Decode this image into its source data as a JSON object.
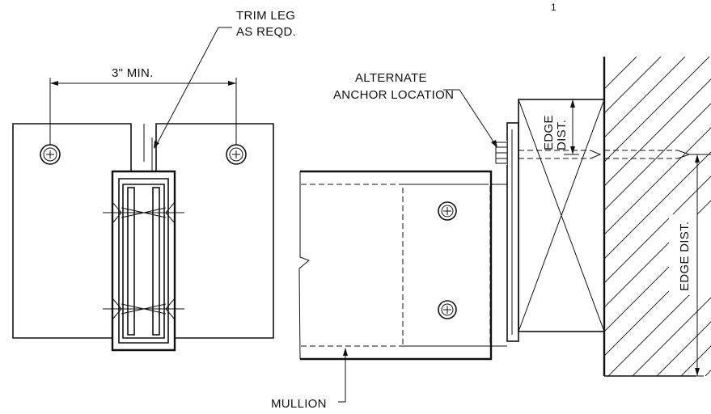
{
  "labels": {
    "trim_leg_line1": "TRIM LEG",
    "trim_leg_line2": "AS REQD.",
    "min_spacing": "3\" MIN.",
    "alt_anchor_line1": "ALTERNATE",
    "alt_anchor_line2": "ANCHOR LOCATION",
    "edge_dist_top_line1": "EDGE",
    "edge_dist_top_line2": "DIST.",
    "edge_dist_right": "EDGE DIST.",
    "mullion": "MULLION",
    "corner_mark": "1"
  },
  "icons": {
    "anchor_screw": "phillips-screw-head-icon",
    "mullion_screw": "phillips-screw-head-icon",
    "fastener": "self-tapping-fastener-icon"
  },
  "colors": {
    "line": "#111111",
    "background": "#ffffff"
  }
}
